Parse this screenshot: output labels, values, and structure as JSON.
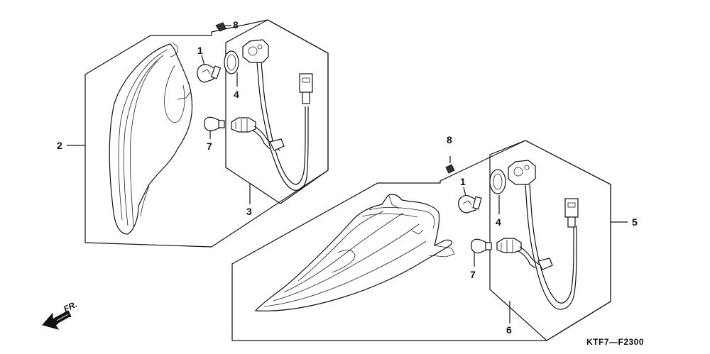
{
  "callouts": {
    "p1_left": "1",
    "p2": "2",
    "p3": "3",
    "p4_left": "4",
    "p7_left": "7",
    "p8_left": "8",
    "p8_right": "8",
    "p1_right": "1",
    "p4_right": "4",
    "p5": "5",
    "p7_right": "7",
    "p6": "6"
  },
  "front_indicator": "FR.",
  "diagram_code": "KTF7—F2300"
}
